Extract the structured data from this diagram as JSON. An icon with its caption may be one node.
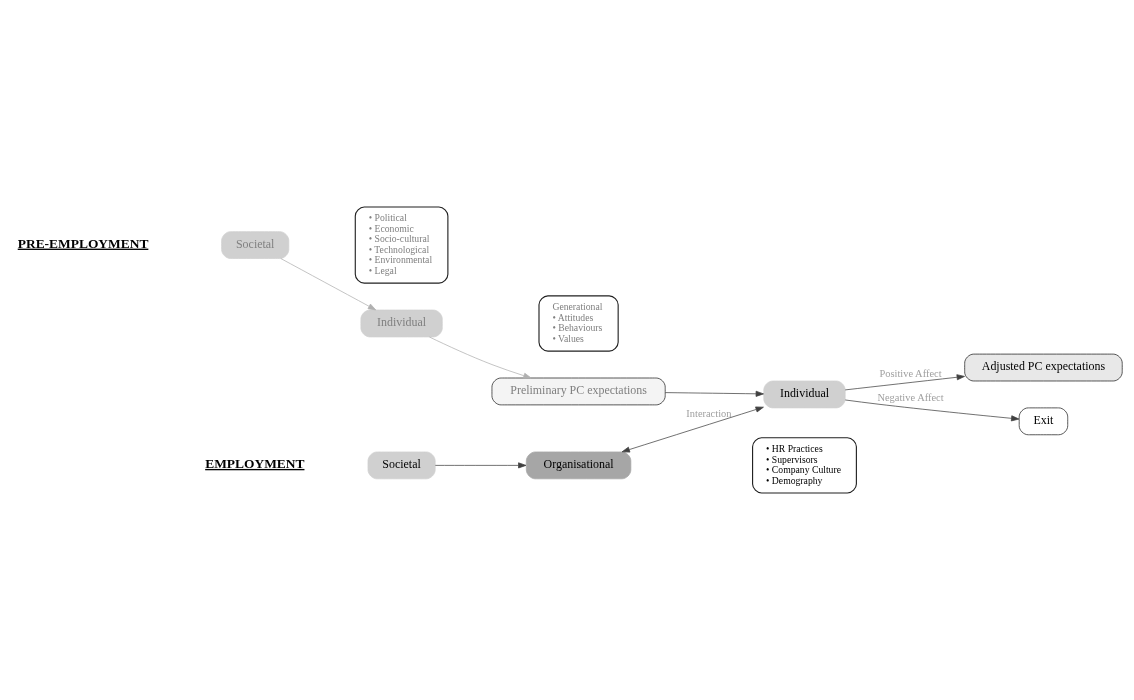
{
  "diagram": {
    "nodes": [
      {
        "text": [
          "Societal"
        ]
      },
      {
        "text": [
          "• Political",
          "• Economic",
          "• Socio-cultural",
          "• Technological",
          "• Environmental",
          "• Legal"
        ]
      },
      {
        "text": [
          "Individual"
        ]
      },
      {
        "text": [
          "Generational",
          "• Attitudes",
          "• Behaviours",
          "• Values"
        ]
      },
      {
        "text": [
          "Preliminary PC expectations"
        ]
      },
      {
        "text": [
          "Societal"
        ]
      },
      {
        "text": [
          "Organisational"
        ]
      },
      {
        "text": [
          "• HR Practices",
          "• Supervisors",
          "• Company Culture",
          "• Demography"
        ]
      },
      {
        "text": [
          "Individual"
        ]
      },
      {
        "text": [
          "Adjusted PC expectations"
        ]
      },
      {
        "text": [
          "Exit"
        ]
      }
    ],
    "edges": [
      {
        "from": 0,
        "to": 2,
        "arrow": "to",
        "color": "#b0b0b0"
      },
      {
        "from": 2,
        "to": 4,
        "arrow": "to",
        "color": "#b0b0b0"
      },
      {
        "from": 4,
        "to": 8,
        "arrow": "to"
      },
      {
        "from": 5,
        "to": 6,
        "arrow": "to"
      },
      {
        "from": 6,
        "to": 8,
        "arrow": "both",
        "label": "Interaction"
      },
      {
        "from": 8,
        "to": 9,
        "arrow": "to",
        "label": "Positive Affect"
      },
      {
        "from": 8,
        "to": 10,
        "arrow": "to",
        "label": "Negative Affect"
      }
    ],
    "labels": [
      "PRE-EMPLOYMENT",
      "EMPLOYMENT"
    ]
  }
}
